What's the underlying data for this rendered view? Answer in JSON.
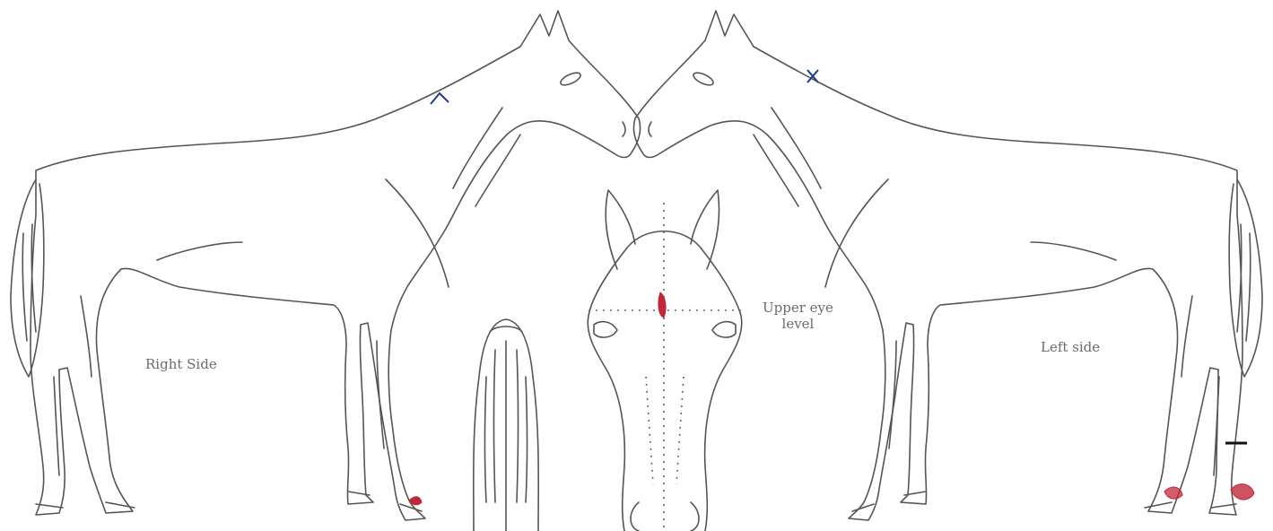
{
  "labels": {
    "right_side": "Right Side",
    "left_side": "Left side",
    "upper_eye_line1": "Upper eye",
    "upper_eye_line2": "level"
  },
  "markings": [
    {
      "view": "right-side",
      "location": "neck",
      "symbol": "^",
      "color": "#1f3a8a"
    },
    {
      "view": "left-side",
      "location": "neck",
      "symbol": "x",
      "color": "#1f3a8a"
    },
    {
      "view": "front-head",
      "location": "forehead",
      "symbol": "whorl",
      "color": "#c0283a"
    },
    {
      "view": "right-side",
      "location": "left fore coronet",
      "symbol": "white marking",
      "color": "#c0283a"
    },
    {
      "view": "left-side",
      "location": "left hind coronet",
      "symbol": "white marking",
      "color": "#c0283a"
    },
    {
      "view": "left-side",
      "location": "right hind pastern",
      "symbol": "white marking",
      "color": "#c0283a"
    },
    {
      "view": "left-side",
      "location": "hind cannon",
      "symbol": "-",
      "color": "#111111"
    }
  ],
  "colors": {
    "outline": "#555555",
    "text": "#6b6b6b",
    "marking_blue": "#1f3a8a",
    "marking_red": "#c0283a",
    "guide_dots": "#666666"
  }
}
